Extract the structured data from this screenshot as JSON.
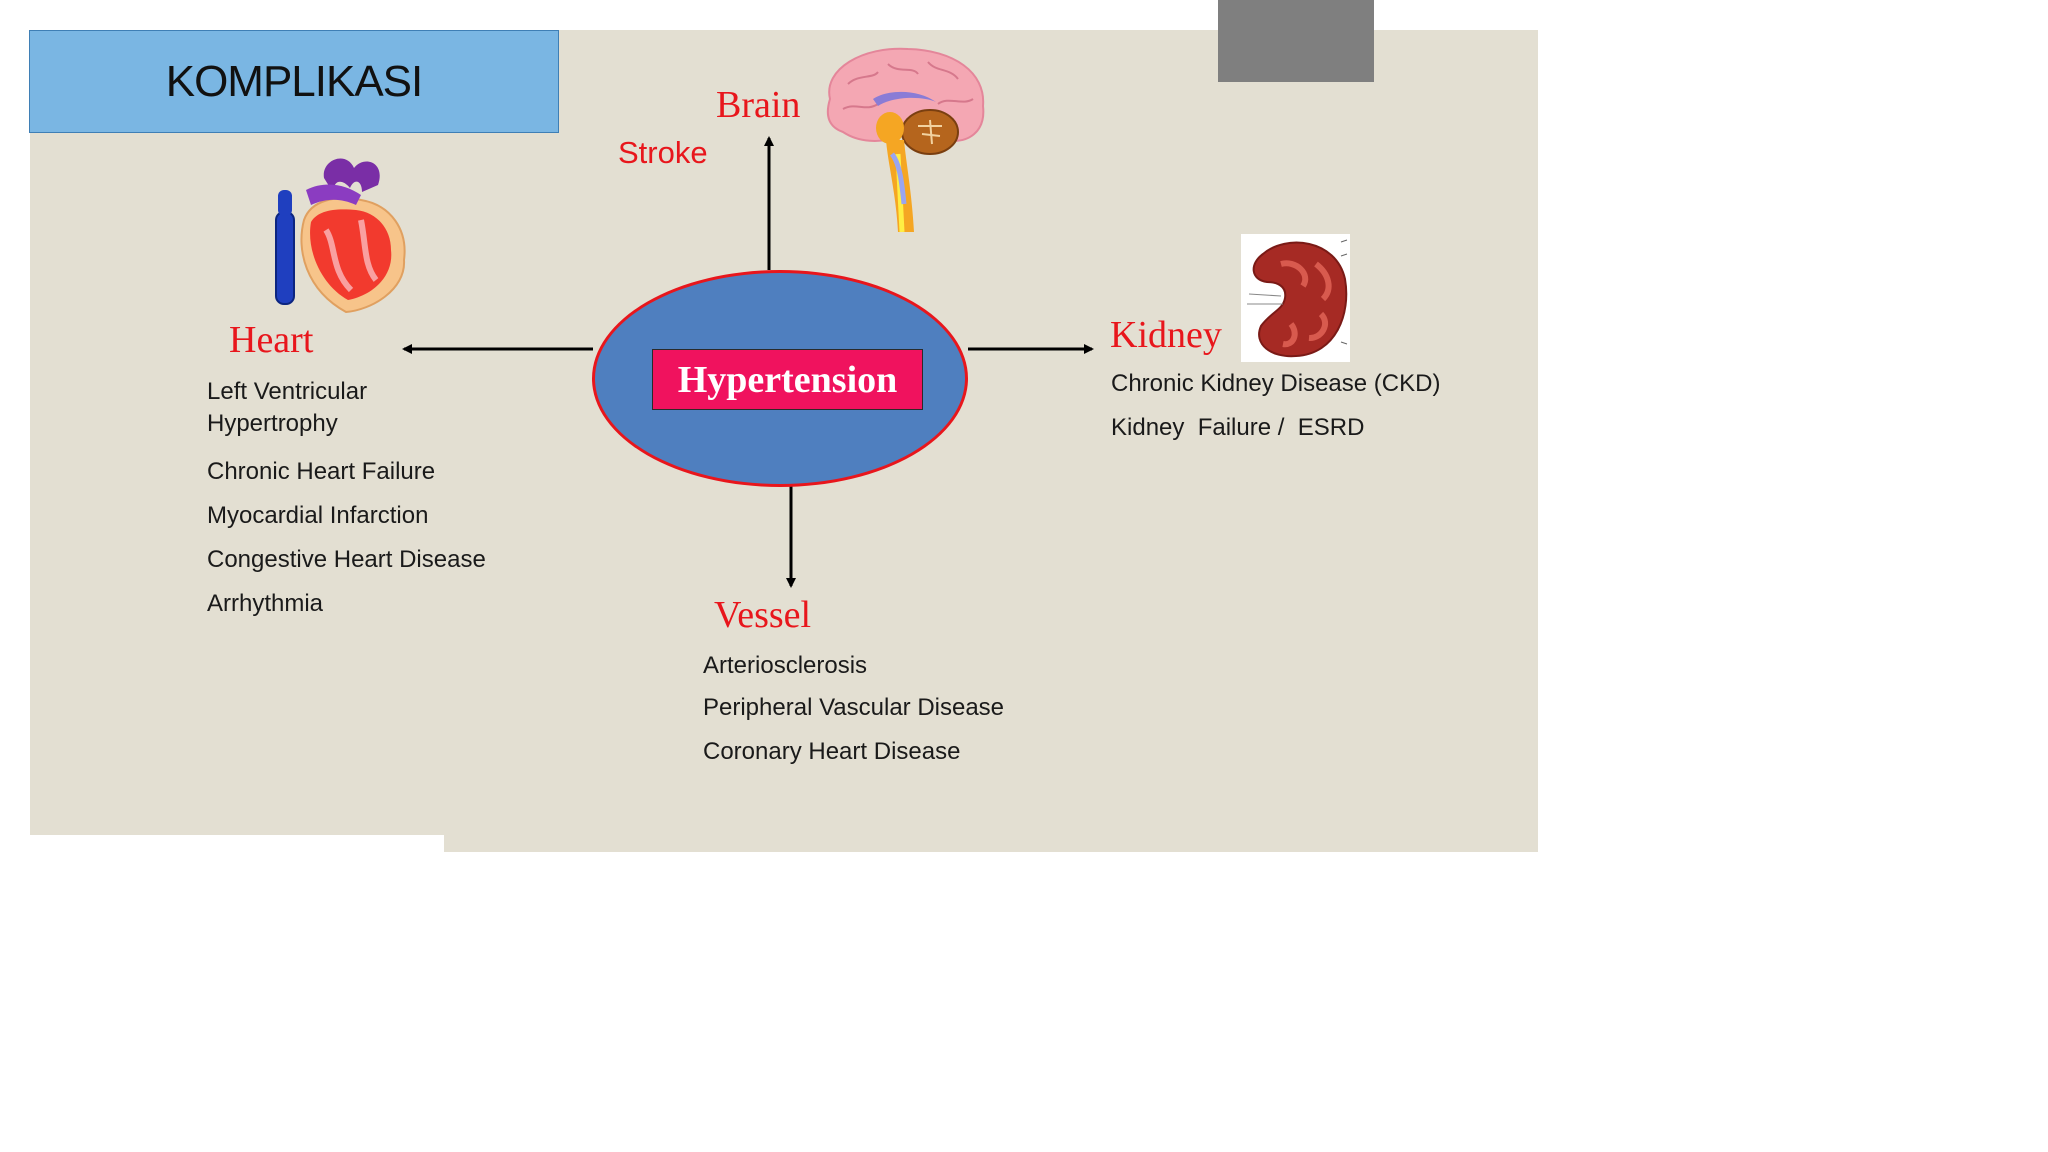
{
  "title": "KOMPLIKASI",
  "center": "Hypertension",
  "brain": {
    "label": "Brain",
    "items": [
      "Stroke"
    ]
  },
  "heart": {
    "label": "Heart",
    "items": [
      "Left Ventricular",
      "Hypertrophy",
      "Chronic Heart Failure",
      "Myocardial Infarction",
      "Congestive Heart Disease",
      "Arrhythmia"
    ]
  },
  "kidney": {
    "label": "Kidney",
    "items": [
      "Chronic Kidney Disease (CKD)",
      "Kidney  Failure /  ESRD"
    ]
  },
  "vessel": {
    "label": "Vessel",
    "items": [
      "Arteriosclerosis",
      "Peripheral Vascular Disease",
      "Coronary Heart Disease"
    ]
  },
  "colors": {
    "accent_red": "#e8161c",
    "ellipse_blue": "#4f7fbf",
    "label_pink": "#f0125e",
    "title_blue": "#7ab6e3",
    "background": "#e3dfd2"
  },
  "icons": [
    "heart-illustration",
    "brain-illustration",
    "kidney-illustration"
  ]
}
